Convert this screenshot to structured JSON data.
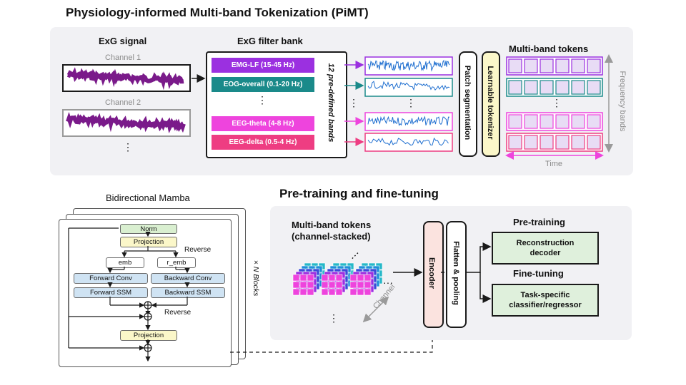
{
  "top": {
    "title": "Physiology-informed Multi-band Tokenization (PiMT)",
    "exg_signal_label": "ExG signal",
    "channel1": "Channel 1",
    "channel2": "Channel 2",
    "ellipsis": "⋮",
    "filter_bank_label": "ExG filter bank",
    "bands": [
      {
        "label": "EMG-LF (15-45 Hz)",
        "color": "#9b30e0"
      },
      {
        "label": "EOG-overall (0.1-20 Hz)",
        "color": "#1a8a8a"
      },
      {
        "label": "EEG-theta (4-8 Hz)",
        "color": "#ee44dd"
      },
      {
        "label": "EEG-delta (0.5-4 Hz)",
        "color": "#ee3d82"
      }
    ],
    "predefined_bands": "12 pre-defined bands",
    "patch_segmentation": "Patch segmentation",
    "learnable_tokenizer": "Learnable tokenizer",
    "multiband_tokens": "Multi-band tokens",
    "frequency_bands": "Frequency bands",
    "time": "Time"
  },
  "bottom": {
    "mamba_title": "Bidirectional Mamba",
    "norm": "Norm",
    "projection": "Projection",
    "reverse": "Reverse",
    "emb": "emb",
    "r_emb": "r_emb",
    "forward_conv": "Forward Conv",
    "backward_conv": "Backward Conv",
    "forward_ssm": "Forward SSM",
    "backward_ssm": "Backward SSM",
    "reverse2": "Reverse",
    "projection2": "Projection",
    "nblocks": "× N Blocks",
    "pt_title": "Pre-training and fine-tuning",
    "mb_tokens_line1": "Multi-band tokens",
    "mb_tokens_line2": "(channel-stacked)",
    "channel": "Channel",
    "encoder": "Encoder",
    "flatten_pooling": "Flatten & pooling",
    "pretraining": "Pre-training",
    "recon_line1": "Reconstruction",
    "recon_line2": "decoder",
    "finetuning": "Fine-tuning",
    "task_line1": "Task-specific",
    "task_line2": "classifier/regressor"
  },
  "colors": {
    "token_fill": "#e8dcf5",
    "token_border": "#9b30e0",
    "token_teal_border": "#1a8a8a",
    "token_pink_border": "#ee3d82",
    "tokenizer_fill": "#fbf7c9",
    "encoder_fill": "#fbe3df",
    "gbox_fill": "#dff0dc",
    "blue_block": "#cfe3f3",
    "green_block": "#d9efd0",
    "yellow_block": "#fbf7c9"
  }
}
